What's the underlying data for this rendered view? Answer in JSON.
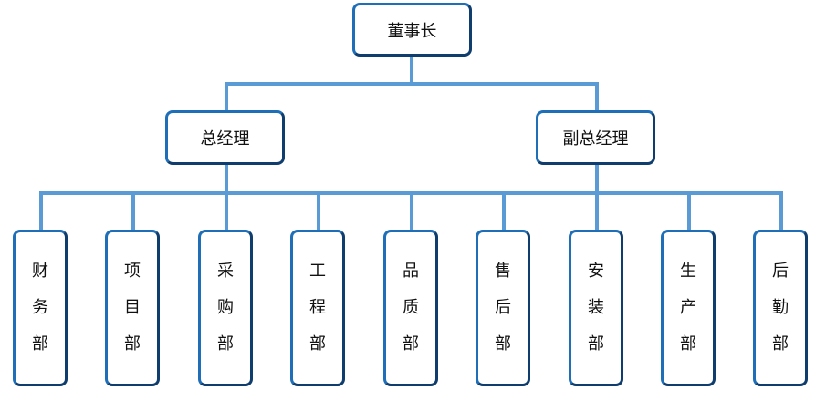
{
  "root": {
    "label": "董事长"
  },
  "managers": [
    {
      "label": "总经理"
    },
    {
      "label": "副总经理"
    }
  ],
  "departments": [
    {
      "chars": [
        "财",
        "务",
        "部"
      ]
    },
    {
      "chars": [
        "项",
        "目",
        "部"
      ]
    },
    {
      "chars": [
        "采",
        "购",
        "部"
      ]
    },
    {
      "chars": [
        "工",
        "程",
        "部"
      ]
    },
    {
      "chars": [
        "品",
        "质",
        "部"
      ]
    },
    {
      "chars": [
        "售",
        "后",
        "部"
      ]
    },
    {
      "chars": [
        "安",
        "装",
        "部"
      ]
    },
    {
      "chars": [
        "生",
        "产",
        "部"
      ]
    },
    {
      "chars": [
        "后",
        "勤",
        "部"
      ]
    }
  ],
  "colors": {
    "connector": "#5b9bd5",
    "border": "#1f6fb8",
    "border_dark": "#0f3e6e"
  }
}
